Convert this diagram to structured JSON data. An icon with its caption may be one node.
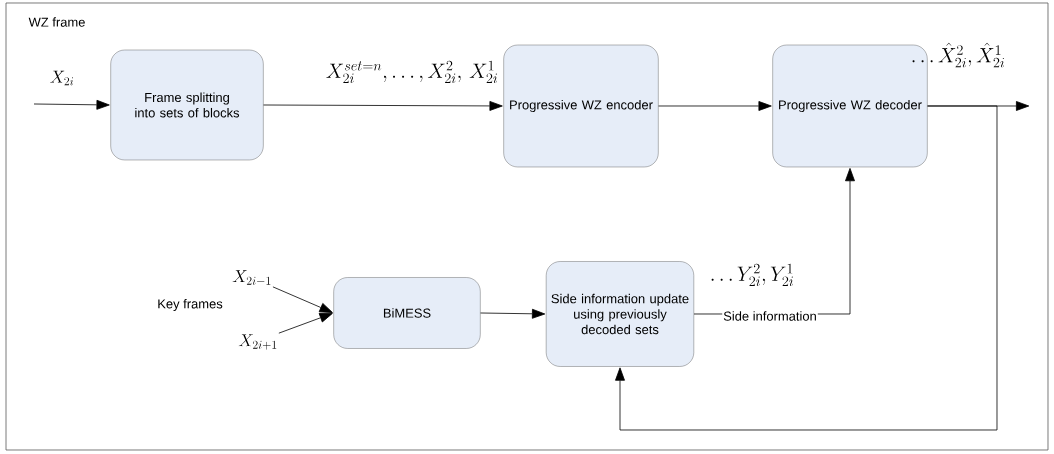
{
  "diagram": {
    "nodes": [
      {
        "text": [
          "Frame splitting into sets of blocks"
        ]
      },
      {
        "text": [
          "Progressive WZ encoder"
        ]
      },
      {
        "text": [
          "Progressive WZ decoder"
        ]
      },
      {
        "text": [
          "BiMESS"
        ]
      },
      {
        "text": [
          "Side information update using previously decoded sets"
        ]
      },
      {
        "text": [
          "X_{2i-1}"
        ]
      },
      {
        "text": [
          "X_{2i+1}"
        ]
      }
    ],
    "edges": [
      {
        "from": null,
        "to": 0,
        "arrow": "to",
        "label": "X_{2i}"
      },
      {
        "from": 0,
        "to": 1,
        "arrow": "to",
        "label": "X_{2i}^{set=n},\\ldots,X_{2i}^{2},\\,X_{2i}^{1}"
      },
      {
        "from": 1,
        "to": 2,
        "arrow": "to"
      },
      {
        "from": 2,
        "to": null,
        "arrow": "to",
        "label": "\\ldots\\hat{X}_{2i}^{2},\\hat{X}_{2i}^{1}"
      },
      {
        "from": 5,
        "to": 3,
        "arrow": "to"
      },
      {
        "from": 6,
        "to": 3,
        "arrow": "to"
      },
      {
        "from": 3,
        "to": 4,
        "arrow": "to"
      },
      {
        "from": 4,
        "to": 2,
        "arrow": "to",
        "label": "Side information"
      },
      {
        "from": 2,
        "to": 4,
        "arrow": "to"
      }
    ],
    "labels": [
      "WZ frame",
      "Key frames",
      "\\ldots Y_{2i}^{2},Y_{2i}^{1}"
    ]
  }
}
